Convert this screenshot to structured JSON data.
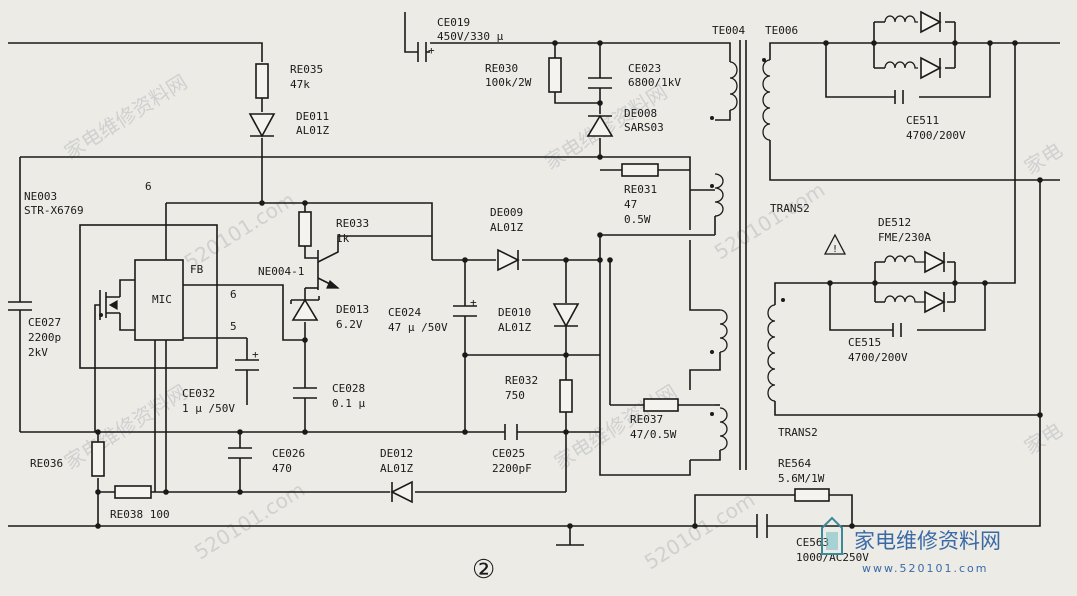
{
  "figure_number": "②",
  "watermarks": [
    "家电维修资料网",
    "520101.com",
    "家电维修资料网",
    "520101.com",
    "家电维修资料网",
    "520101.com",
    "家电维修资料网",
    "520101.com",
    "家电",
    "家电"
  ],
  "logo": {
    "text": "家电维修资料网",
    "url": "www.520101.com"
  },
  "labels": {
    "ce019_ref": "CE019",
    "ce019_val": "450V/330 μ",
    "re030_ref": "RE030",
    "re030_val": "100k/2W",
    "ce023_ref": "CE023",
    "ce023_val": "6800/1kV",
    "de008_ref": "DE008",
    "de008_val": "SARS03",
    "re035_ref": "RE035",
    "re035_val": "47k",
    "de011_ref": "DE011",
    "de011_val": "AL01Z",
    "te004": "TE004",
    "te006": "TE006",
    "ce511_ref": "CE511",
    "ce511_val": "4700/200V",
    "ne003_ref": "NE003",
    "ne003_val": "STR-X6769",
    "pin6a": "6",
    "pin6b": "6",
    "pin5": "5",
    "mic": "MIC",
    "fb": "FB",
    "re031_ref": "RE031",
    "re031_val1": "47",
    "re031_val2": "0.5W",
    "re033_ref": "RE033",
    "re033_val": "1k",
    "ne004": "NE004-1",
    "de009_ref": "DE009",
    "de009_val": "AL01Z",
    "trans2_a": "TRANS2",
    "de512_ref": "DE512",
    "de512_val": "FME/230A",
    "warn": "!",
    "de013_ref": "DE013",
    "de013_val": "6.2V",
    "ce024_ref": "CE024",
    "ce024_val": "47 μ /50V",
    "de010_ref": "DE010",
    "de010_val": "AL01Z",
    "ce027_ref": "CE027",
    "ce027_val1": "2200p",
    "ce027_val2": "2kV",
    "ce515_ref": "CE515",
    "ce515_val": "4700/200V",
    "ce032_ref": "CE032",
    "ce032_val": "1 μ /50V",
    "ce028_ref": "CE028",
    "ce028_val": "0.1 μ",
    "re032_ref": "RE032",
    "re032_val": "750",
    "re037_ref": "RE037",
    "re037_val": "47/0.5W",
    "trans2_b": "TRANS2",
    "re036_ref": "RE036",
    "ce026_ref": "CE026",
    "ce026_val": "470",
    "de012_ref": "DE012",
    "de012_val": "AL01Z",
    "ce025_ref": "CE025",
    "ce025_val": "2200pF",
    "re564_ref": "RE564",
    "re564_val": "5.6M/1W",
    "re038": "RE038 100",
    "ce563_ref": "CE563",
    "ce563_val": "1000/AC250V"
  }
}
